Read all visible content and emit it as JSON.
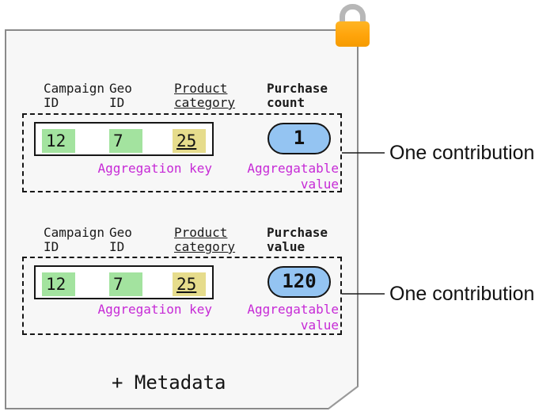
{
  "card": {
    "metadata_label": "+ Metadata"
  },
  "icons": {
    "lock": "lock-icon"
  },
  "colors": {
    "card_background": "#F7F7F7",
    "card_border": "#8A8A8A",
    "key_cell_green": "#A3E39F",
    "key_cell_yellow": "#E6DC8C",
    "value_pill_blue": "#94C4F2",
    "label_magenta": "#C629D6",
    "lock_orange": "#FFA40B",
    "lock_shackle_gray": "#B7B7B7"
  },
  "contributions": [
    {
      "columns": [
        {
          "line1": "Campaign",
          "line2": "ID"
        },
        {
          "line1": "Geo",
          "line2": "ID"
        },
        {
          "line1": "Product",
          "line2": "category"
        },
        {
          "line1": "Purchase",
          "line2": "count"
        }
      ],
      "key_cells": [
        "12",
        "7",
        "25"
      ],
      "value": "1",
      "key_label": "Aggregation key",
      "value_label_line1": "Aggregatable",
      "value_label_line2": "value",
      "annotation": "One contribution"
    },
    {
      "columns": [
        {
          "line1": "Campaign",
          "line2": "ID"
        },
        {
          "line1": "Geo",
          "line2": "ID"
        },
        {
          "line1": "Product",
          "line2": "category"
        },
        {
          "line1": "Purchase",
          "line2": "value"
        }
      ],
      "key_cells": [
        "12",
        "7",
        "25"
      ],
      "value": "120",
      "key_label": "Aggregation key",
      "value_label_line1": "Aggregatable",
      "value_label_line2": "value",
      "annotation": "One contribution"
    }
  ]
}
